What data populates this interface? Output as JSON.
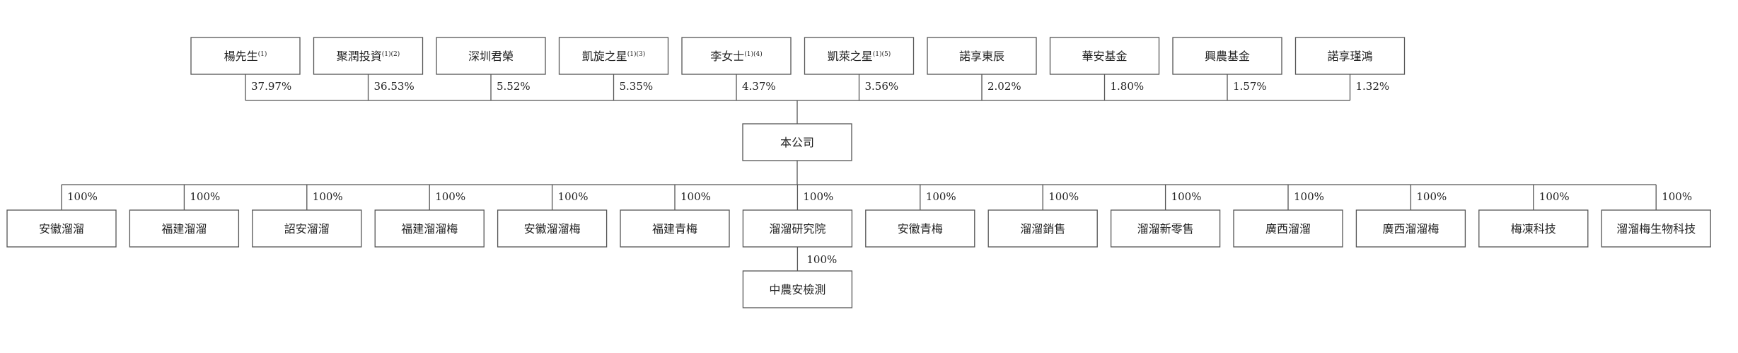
{
  "chart_data": {
    "type": "diagram",
    "shareholders": [
      {
        "name": "楊先生",
        "note": "(1)",
        "share": "37.97%"
      },
      {
        "name": "聚潤投資",
        "note": "(1)(2)",
        "share": "36.53%"
      },
      {
        "name": "深圳君榮",
        "note": "",
        "share": "5.52%"
      },
      {
        "name": "凱旋之星",
        "note": "(1)(3)",
        "share": "5.35%"
      },
      {
        "name": "李女士",
        "note": "(1)(4)",
        "share": "4.37%"
      },
      {
        "name": "凱萊之星",
        "note": "(1)(5)",
        "share": "3.56%"
      },
      {
        "name": "諾享東辰",
        "note": "",
        "share": "2.02%"
      },
      {
        "name": "華安基金",
        "note": "",
        "share": "1.80%"
      },
      {
        "name": "興農基金",
        "note": "",
        "share": "1.57%"
      },
      {
        "name": "諾享瑾鴻",
        "note": "",
        "share": "1.32%"
      }
    ],
    "company": {
      "name": "本公司"
    },
    "subsidiaries": [
      {
        "name": "安徽溜溜",
        "share": "100%"
      },
      {
        "name": "福建溜溜",
        "share": "100%"
      },
      {
        "name": "詔安溜溜",
        "share": "100%"
      },
      {
        "name": "福建溜溜梅",
        "share": "100%"
      },
      {
        "name": "安徽溜溜梅",
        "share": "100%"
      },
      {
        "name": "福建青梅",
        "share": "100%"
      },
      {
        "name": "溜溜研究院",
        "share": "100%"
      },
      {
        "name": "安徽青梅",
        "share": "100%"
      },
      {
        "name": "溜溜銷售",
        "share": "100%"
      },
      {
        "name": "溜溜新零售",
        "share": "100%"
      },
      {
        "name": "廣西溜溜",
        "share": "100%"
      },
      {
        "name": "廣西溜溜梅",
        "share": "100%"
      },
      {
        "name": "梅凍科技",
        "share": "100%"
      },
      {
        "name": "溜溜梅生物科技",
        "share": "100%"
      }
    ],
    "sub_subsidiary": {
      "name": "中農安檢測",
      "share": "100%",
      "parent_index": 6
    }
  }
}
